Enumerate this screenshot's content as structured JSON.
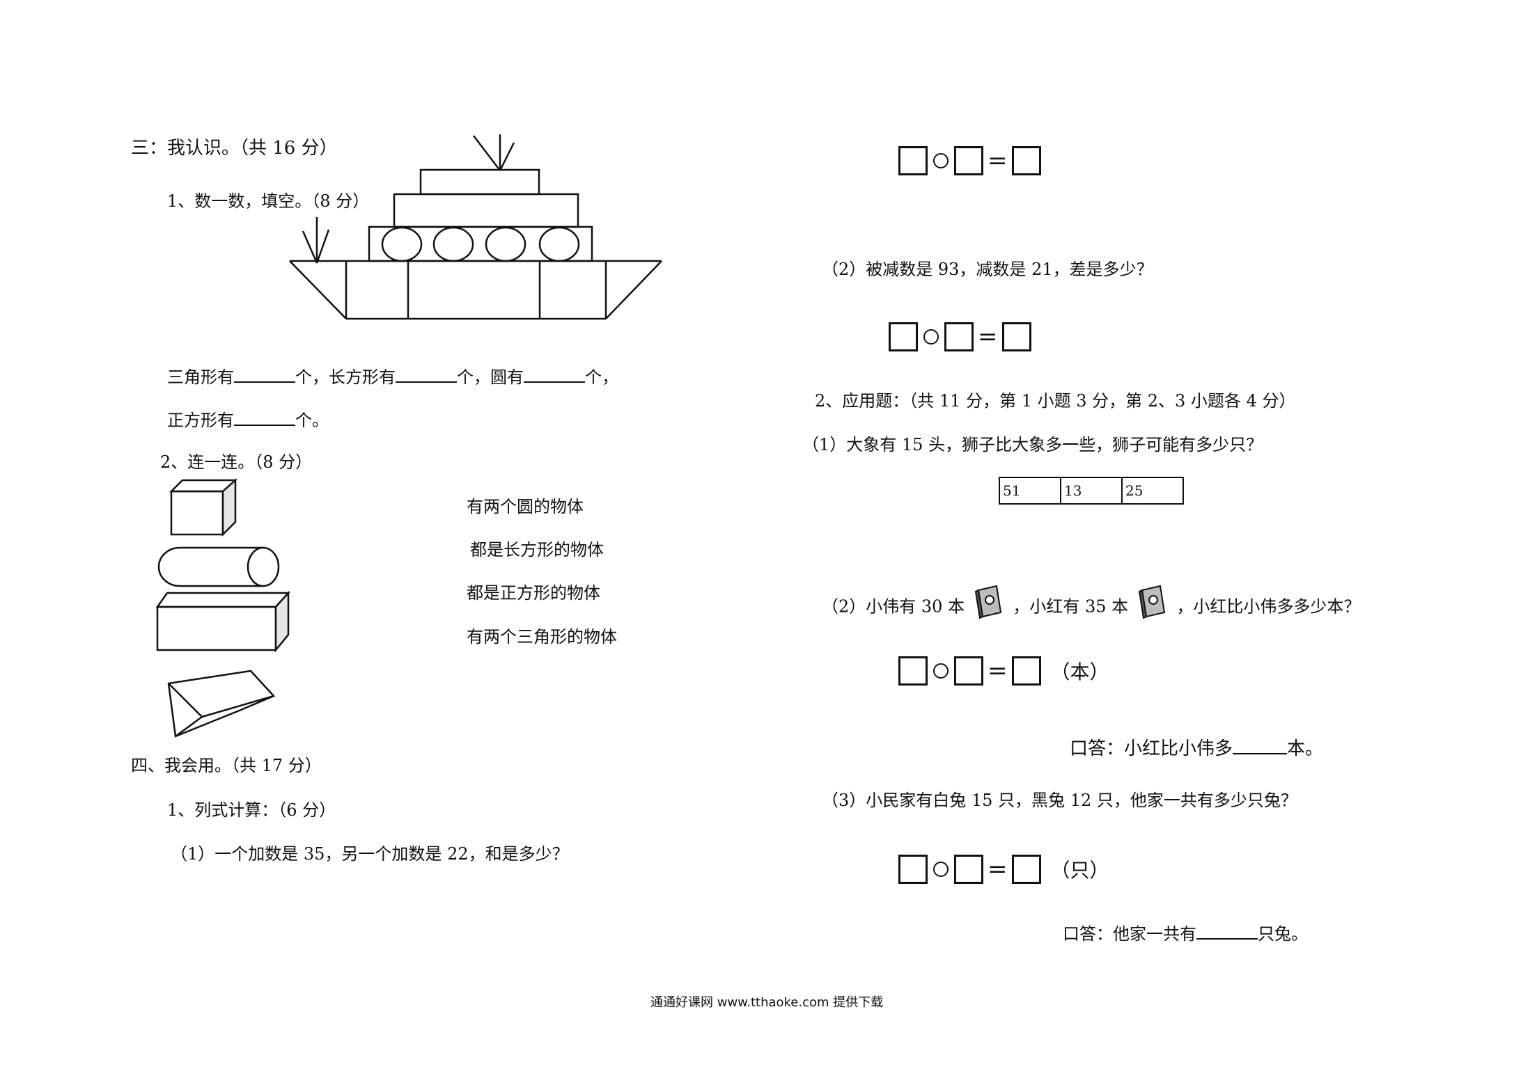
{
  "section3": {
    "title": "三：我认识。（共 16 分）",
    "q1_title": "1、数一数，填空。（8 分）",
    "fill": {
      "triangle": "三角形有",
      "ge1": "个，长方形有",
      "ge2": "个，圆有",
      "ge3": "个，",
      "square": "正方形有",
      "ge4": "个。"
    },
    "q2_title": "2、连一连。（8 分）",
    "match": [
      "有两个圆的物体",
      "都是长方形的物体",
      "都是正方形的物体",
      "有两个三角形的物体"
    ]
  },
  "section4": {
    "title": "四、我会用。（共 17 分）",
    "q1_title": "1、列式计算：（6 分）",
    "q1_1": "（1）一个加数是 35，另一个加数是 22，和是多少？",
    "q1_2": "（2）被减数是 93，减数是 21，差是多少？",
    "q2_title": "2、应用题：（共 11 分，第 1 小题 3 分，第 2、3 小题各 4 分）",
    "q2_1": "（1）大象有 15 头，狮子比大象多一些，狮子可能有多少只？",
    "options": [
      "51",
      "13",
      "25"
    ],
    "q2_2_a": "（2）小伟有 30 本",
    "q2_2_b": "，小红有 35 本",
    "q2_2_c": "，小红比小伟多多少本？",
    "unit_ben": "（本）",
    "ans2_a": "口答：小红比小伟多",
    "ans2_b": "本。",
    "q2_3": "（3）小民家有白兔 15 只，黑兔 12 只，他家一共有多少只兔？",
    "unit_zhi": "（只）",
    "ans3_a": "口答：他家一共有",
    "ans3_b": "只兔。",
    "eq_sign": "="
  },
  "footer": "通通好课网 www.tthaoke.com 提供下载"
}
